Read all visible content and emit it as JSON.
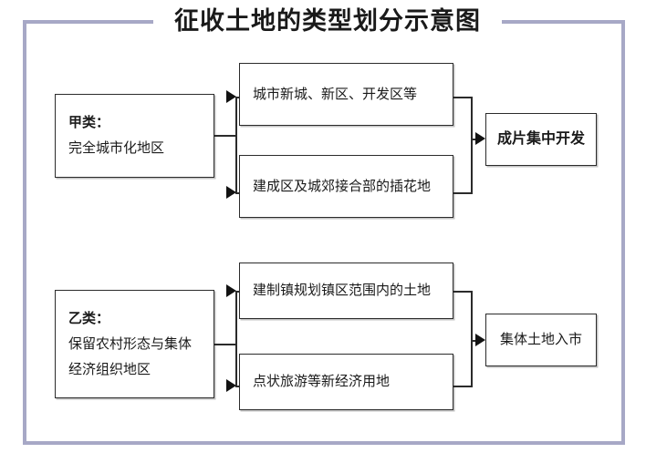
{
  "diagram": {
    "title": "征收土地的类型划分示意图",
    "frame_color": "#a7a8c6",
    "box_border_color": "#2b2b2b",
    "background_color": "#ffffff"
  },
  "groups": [
    {
      "id": "group-a",
      "category": {
        "label_heading": "甲类：",
        "label_body_line1": "完全城市化地区"
      },
      "branches": [
        {
          "label": "城市新城、新区、开发区等"
        },
        {
          "label": "建成区及城郊接合部的插花地"
        }
      ],
      "outcome": {
        "label": "成片集中开发"
      }
    },
    {
      "id": "group-b",
      "category": {
        "label_heading": "乙类：",
        "label_body_line1": "保留农村形态与集体",
        "label_body_line2": "经济组织地区"
      },
      "branches": [
        {
          "label": "建制镇规划镇区范围内的土地"
        },
        {
          "label": "点状旅游等新经济用地"
        }
      ],
      "outcome": {
        "label": "集体土地入市"
      }
    }
  ]
}
